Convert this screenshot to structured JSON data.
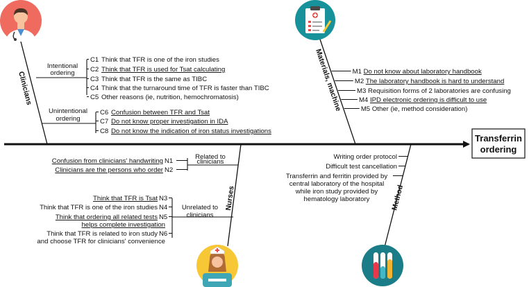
{
  "effect": {
    "line1": "Transferrin",
    "line2": "ordering"
  },
  "clinicians": {
    "title": "Clinicians",
    "intentional_label": [
      "Intentional",
      "ordering"
    ],
    "intentional_items": [
      {
        "code": "C1",
        "text": "Think that TFR is one of the iron studies",
        "underline": false
      },
      {
        "code": "C2",
        "text": "Think that TFR is used for Tsat calculating",
        "underline": true
      },
      {
        "code": "C3",
        "text": "Think that TFR is the same as TIBC",
        "underline": false
      },
      {
        "code": "C4",
        "text": "Think that the turnaround time of TFR is faster than TIBC",
        "underline": false
      },
      {
        "code": "C5",
        "text": "Other reasons (ie, nutrition, hemochromatosis)",
        "underline": false
      }
    ],
    "unintentional_label": [
      "Unintentional",
      "ordering"
    ],
    "unintentional_items": [
      {
        "code": "C6",
        "text": "Confusion between TFR and Tsat",
        "underline": true
      },
      {
        "code": "C7",
        "text": "Do not know proper investigation in IDA",
        "underline": true
      },
      {
        "code": "C8",
        "text": "Do not know the indication of iron status investigations",
        "underline": true
      }
    ]
  },
  "materials": {
    "title": "Materials, machine",
    "items": [
      {
        "code": "M1",
        "text": "Do not know about laboratory handbook",
        "underline": true
      },
      {
        "code": "M2",
        "text": "The laboratory handbook is hard to understand",
        "underline": true
      },
      {
        "code": "M3",
        "text": "Requisition forms of 2 laboratories are confusing",
        "underline": false
      },
      {
        "code": "M4",
        "text": "IPD electronic ordering is difficult to use",
        "underline": true
      },
      {
        "code": "M5",
        "text": "Other (ie, method consideration)",
        "underline": false
      }
    ]
  },
  "nurses": {
    "title": "Nurses",
    "related_label": [
      "Related to",
      "clinicians"
    ],
    "related_items": [
      {
        "code": "N1",
        "text": "Confusion from clinicians' handwriting",
        "underline": true
      },
      {
        "code": "N2",
        "text": "Clinicians are the persons who order",
        "underline": true
      }
    ],
    "unrelated_label": [
      "Unrelated to",
      "clinicians"
    ],
    "unrelated_items": [
      {
        "code": "N3",
        "lines": [
          "Think that TFR is Tsat"
        ],
        "underline": true
      },
      {
        "code": "N4",
        "lines": [
          "Think that TFR is one of the iron studies"
        ],
        "underline": false
      },
      {
        "code": "N5",
        "lines": [
          "Think that ordering all related tests",
          "helps complete investigation"
        ],
        "underline": true
      },
      {
        "code": "N6",
        "lines": [
          "Think that TFR is related to iron study",
          "and choose TFR for clinicians' convenience"
        ],
        "underline": false
      }
    ]
  },
  "method": {
    "title": "Method",
    "items": [
      {
        "lines": [
          "Writing order protocol"
        ]
      },
      {
        "lines": [
          "Difficult test cancellation"
        ]
      },
      {
        "lines": [
          "Transferrin and ferritin provided by",
          "central laboratory of the hospital",
          "while iron study provided by",
          "hematology  laboratory"
        ]
      }
    ]
  },
  "icons": {
    "doctor": "doctor-icon",
    "clipboard": "clipboard-checklist-icon",
    "nurse": "nurse-icon",
    "test_tubes": "test-tubes-icon"
  },
  "colors": {
    "doctor_bg": "#ef6a5f",
    "clipboard_bg": "#17929a",
    "nurse_bg": "#f7c735",
    "tubes_bg": "#1a7d87"
  }
}
